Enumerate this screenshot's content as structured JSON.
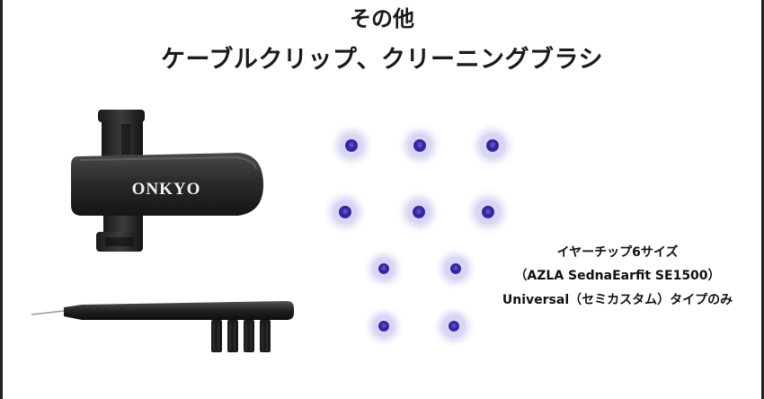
{
  "title": {
    "line1": "その他",
    "line2": "ケーブルクリップ、クリーニングブラシ"
  },
  "clip": {
    "brand": "ONKYO"
  },
  "caption": {
    "line1": "イヤーチップ6サイズ",
    "line2": "（AZLA SednaEarfit SE1500）",
    "line3": "Universal（セミカスタム）タイプのみ"
  },
  "colors": {
    "clip_body": "#2a2a2a",
    "eartip_core": "#3a2a9a",
    "eartip_glow": "#8f86e0"
  },
  "eartips": {
    "count": 10
  }
}
